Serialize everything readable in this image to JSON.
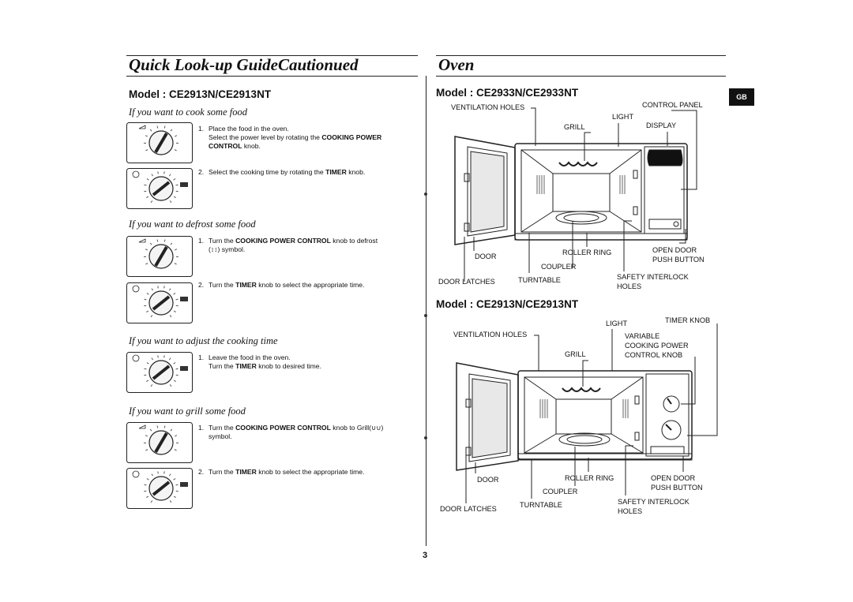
{
  "left": {
    "title": "Quick Look-up GuideCautionued",
    "model": "Model : CE2913N/CE2913NT",
    "sections": [
      {
        "heading": "If you want to cook some food",
        "steps": [
          {
            "num": "1.",
            "line1": "Place the food in the oven.",
            "line2_pre": "Select the power level by  rotating the ",
            "line2_bold": "COOKING POWER",
            "line3_bold": "CONTROL",
            "line3_post": " knob."
          },
          {
            "num": "2.",
            "pre": "Select the cooking time by rotating the ",
            "bold": "TIMER",
            "post": " knob."
          }
        ]
      },
      {
        "heading": "If you want to defrost some food",
        "steps": [
          {
            "num": "1.",
            "pre": "Turn the ",
            "bold": "COOKING POWER CONTROL",
            "post": " knob to defrost",
            "line2": "(↕↕) symbol."
          },
          {
            "num": "2.",
            "pre": "Turn the ",
            "bold": "TIMER",
            "post": " knob to select the appropriate time."
          }
        ]
      },
      {
        "heading": "If you want to adjust the cooking time",
        "steps": [
          {
            "num": "1.",
            "line1": "Leave the food in the oven.",
            "pre": "Turn the ",
            "bold": "TIMER",
            "post": " knob to desired time."
          }
        ]
      },
      {
        "heading": "If you want to grill some food",
        "steps": [
          {
            "num": "1.",
            "pre": "Turn the ",
            "bold": "COOKING POWER CONTROL",
            "post": " knob to Grill(∪∪)",
            "line2": "symbol."
          },
          {
            "num": "2.",
            "pre": "Turn the ",
            "bold": "TIMER",
            "post": " knob to select the appropriate time."
          }
        ]
      }
    ]
  },
  "right": {
    "title": "Oven",
    "badge": "GB",
    "model1": "Model : CE2933N/CE2933NT",
    "model2": "Model : CE2913N/CE2913NT",
    "labels1": {
      "ventilation_holes": "VENTILATION HOLES",
      "control_panel": "CONTROL PANEL",
      "light": "LIGHT",
      "grill": "GRILL",
      "display": "DISPLAY",
      "door": "DOOR",
      "roller_ring": "ROLLER RING",
      "open_door_1": "OPEN DOOR",
      "open_door_2": "PUSH BUTTON",
      "coupler": "COUPLER",
      "door_latches": "DOOR LATCHES",
      "turntable": "TURNTABLE",
      "safety_1": "SAFETY INTERLOCK",
      "safety_2": "HOLES"
    },
    "labels2": {
      "light": "LIGHT",
      "timer_knob": "TIMER KNOB",
      "ventilation_holes": "VENTILATION HOLES",
      "variable_1": "VARIABLE",
      "variable_2": "COOKING POWER",
      "variable_3": "CONTROL KNOB",
      "grill": "GRILL",
      "door": "DOOR",
      "roller_ring": "ROLLER RING",
      "open_door_1": "OPEN DOOR",
      "open_door_2": "PUSH BUTTON",
      "coupler": "COUPLER",
      "door_latches": "DOOR LATCHES",
      "turntable": "TURNTABLE",
      "safety_1": "SAFETY INTERLOCK",
      "safety_2": "HOLES"
    }
  },
  "page_number": "3"
}
